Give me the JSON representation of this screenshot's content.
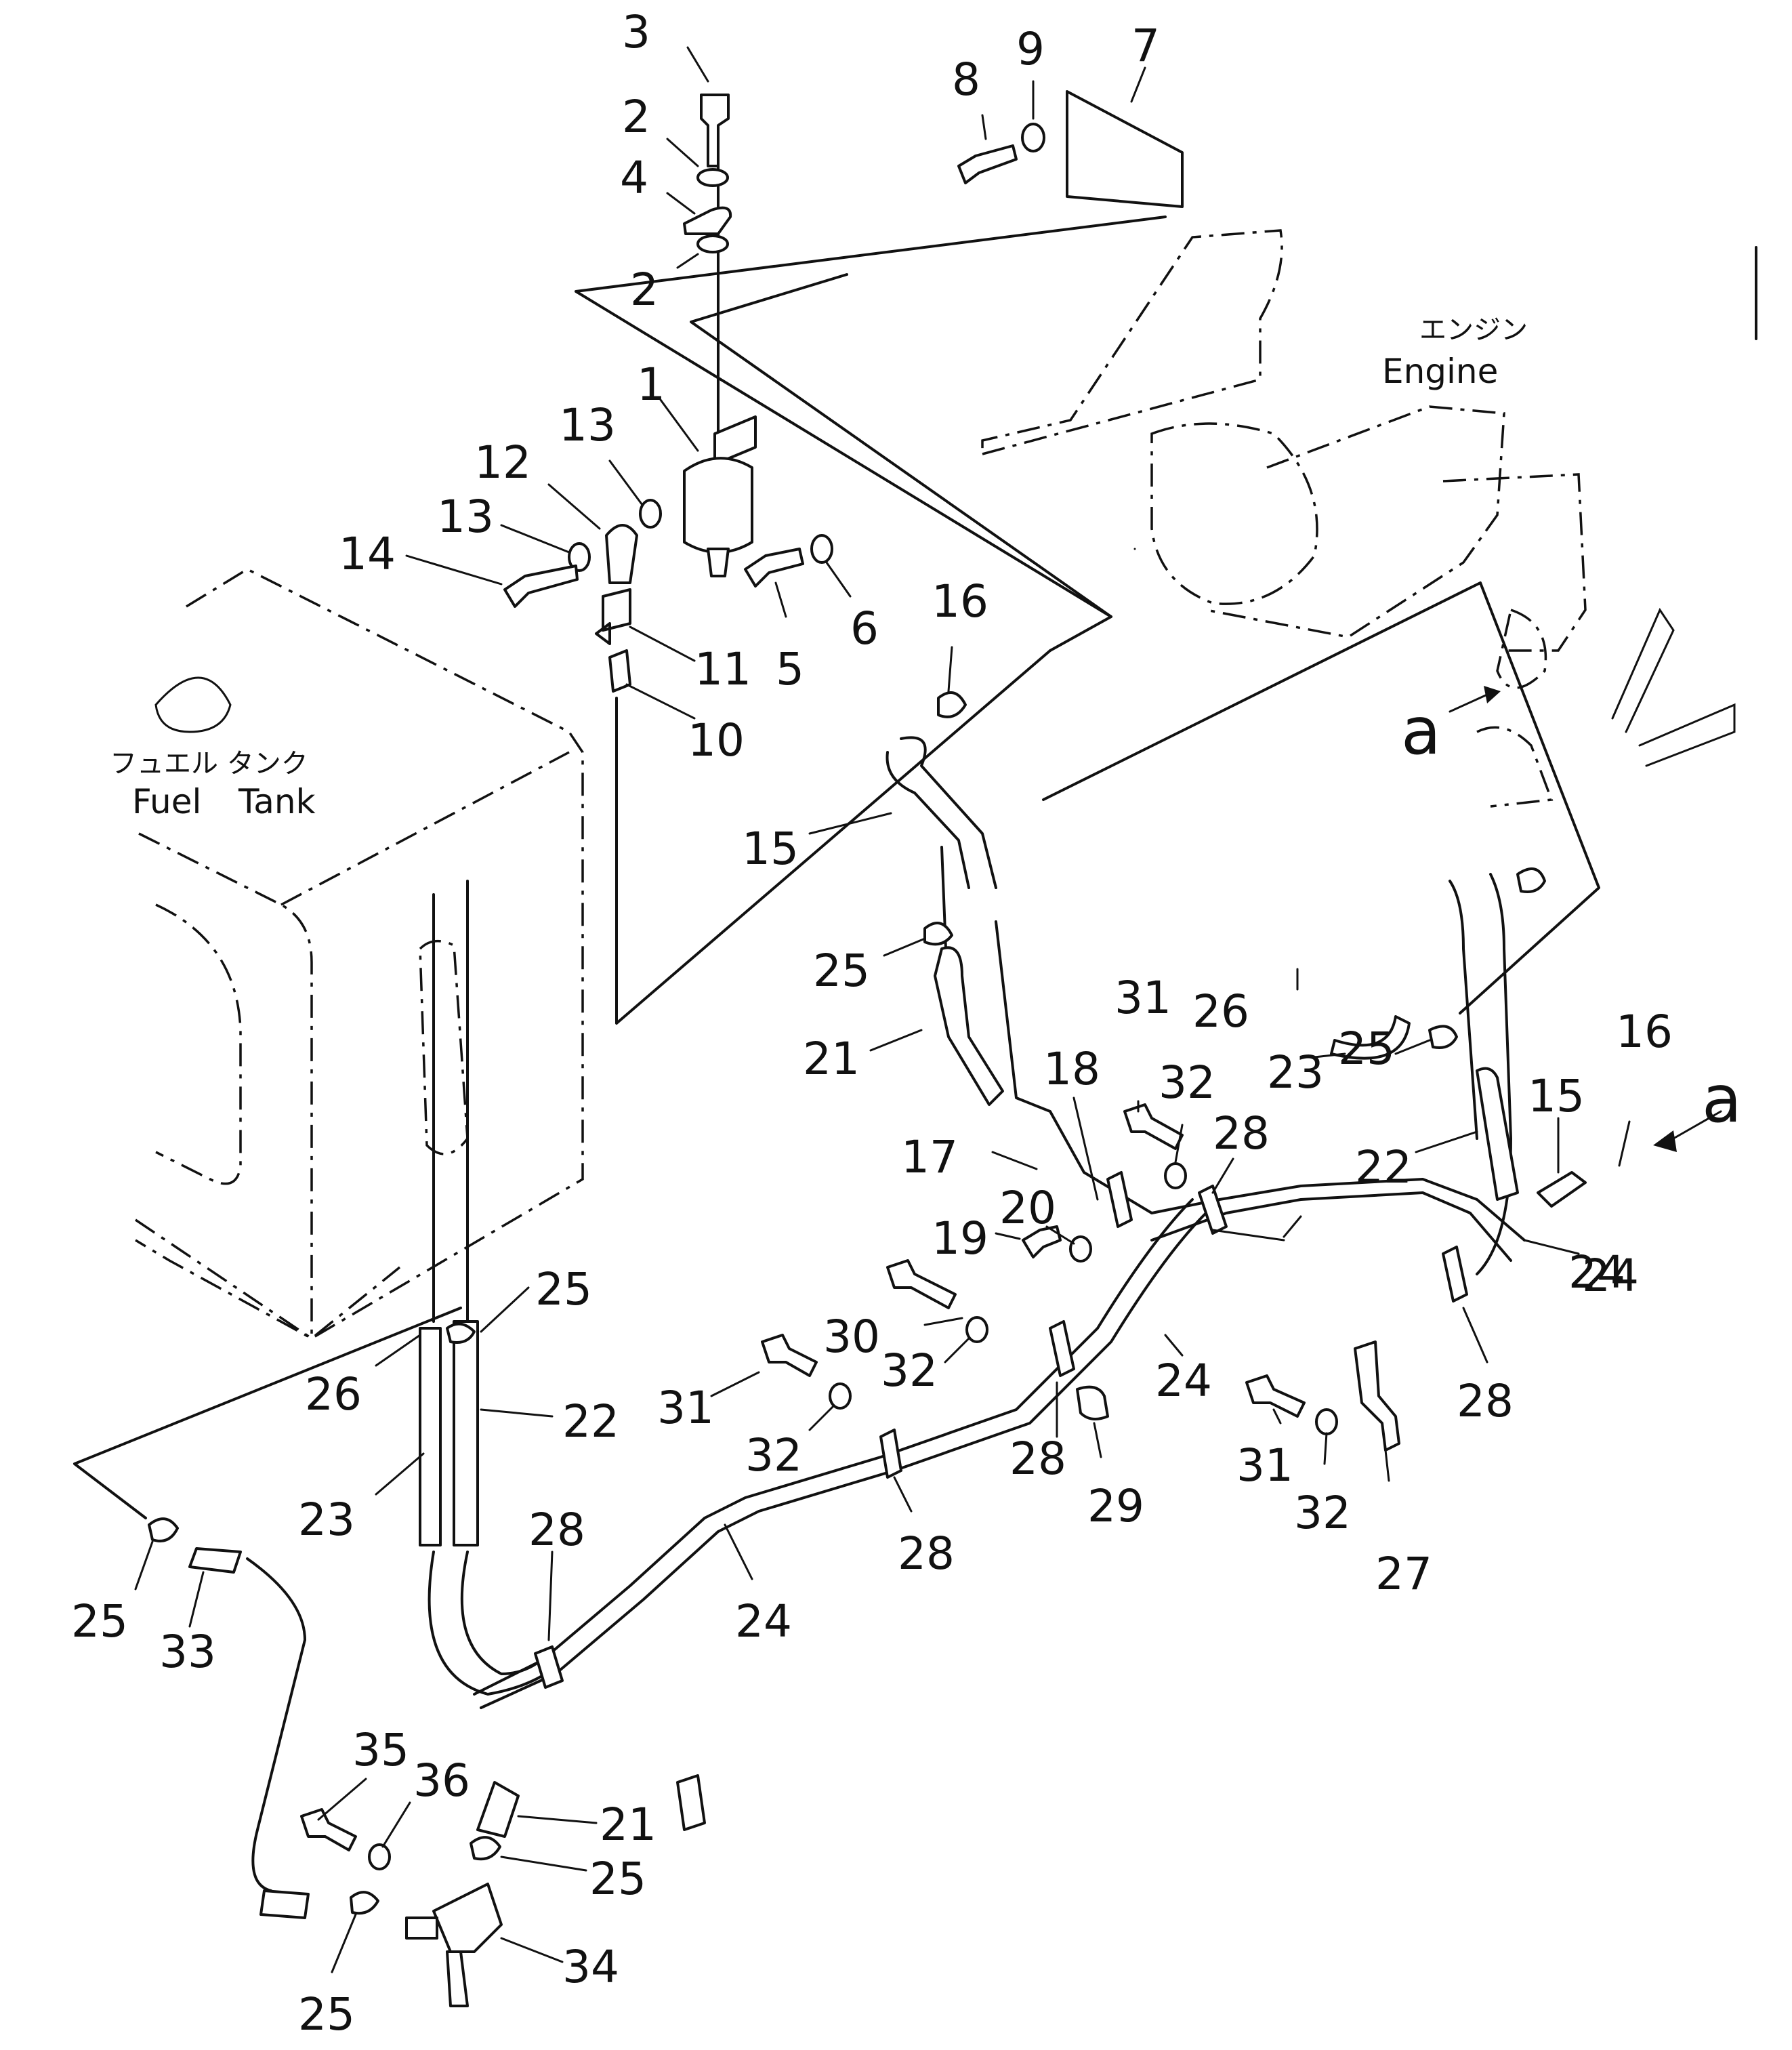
{
  "labels": {
    "fuel_tank_jp": "フュエル タンク",
    "fuel_tank_en_1": "Fuel",
    "fuel_tank_en_2": "Tank",
    "engine_jp": "エンジン",
    "engine_en": "Engine",
    "ref_a": "a"
  },
  "callouts": [
    "3",
    "2",
    "4",
    "2",
    "8",
    "9",
    "7",
    "1",
    "13",
    "12",
    "13",
    "14",
    "11",
    "10",
    "5",
    "6",
    "16",
    "15",
    "25",
    "21",
    "18",
    "31",
    "32",
    "17",
    "19",
    "20",
    "30",
    "32",
    "31",
    "32",
    "28",
    "28",
    "28",
    "28",
    "28",
    "24",
    "24",
    "24",
    "29",
    "26",
    "23",
    "25",
    "22",
    "15",
    "16",
    "24",
    "31",
    "32",
    "27",
    "25",
    "26",
    "22",
    "23",
    "25",
    "33",
    "35",
    "36",
    "21",
    "25",
    "34",
    "25"
  ],
  "colors": {
    "ink": "#111111",
    "paper": "#ffffff"
  }
}
